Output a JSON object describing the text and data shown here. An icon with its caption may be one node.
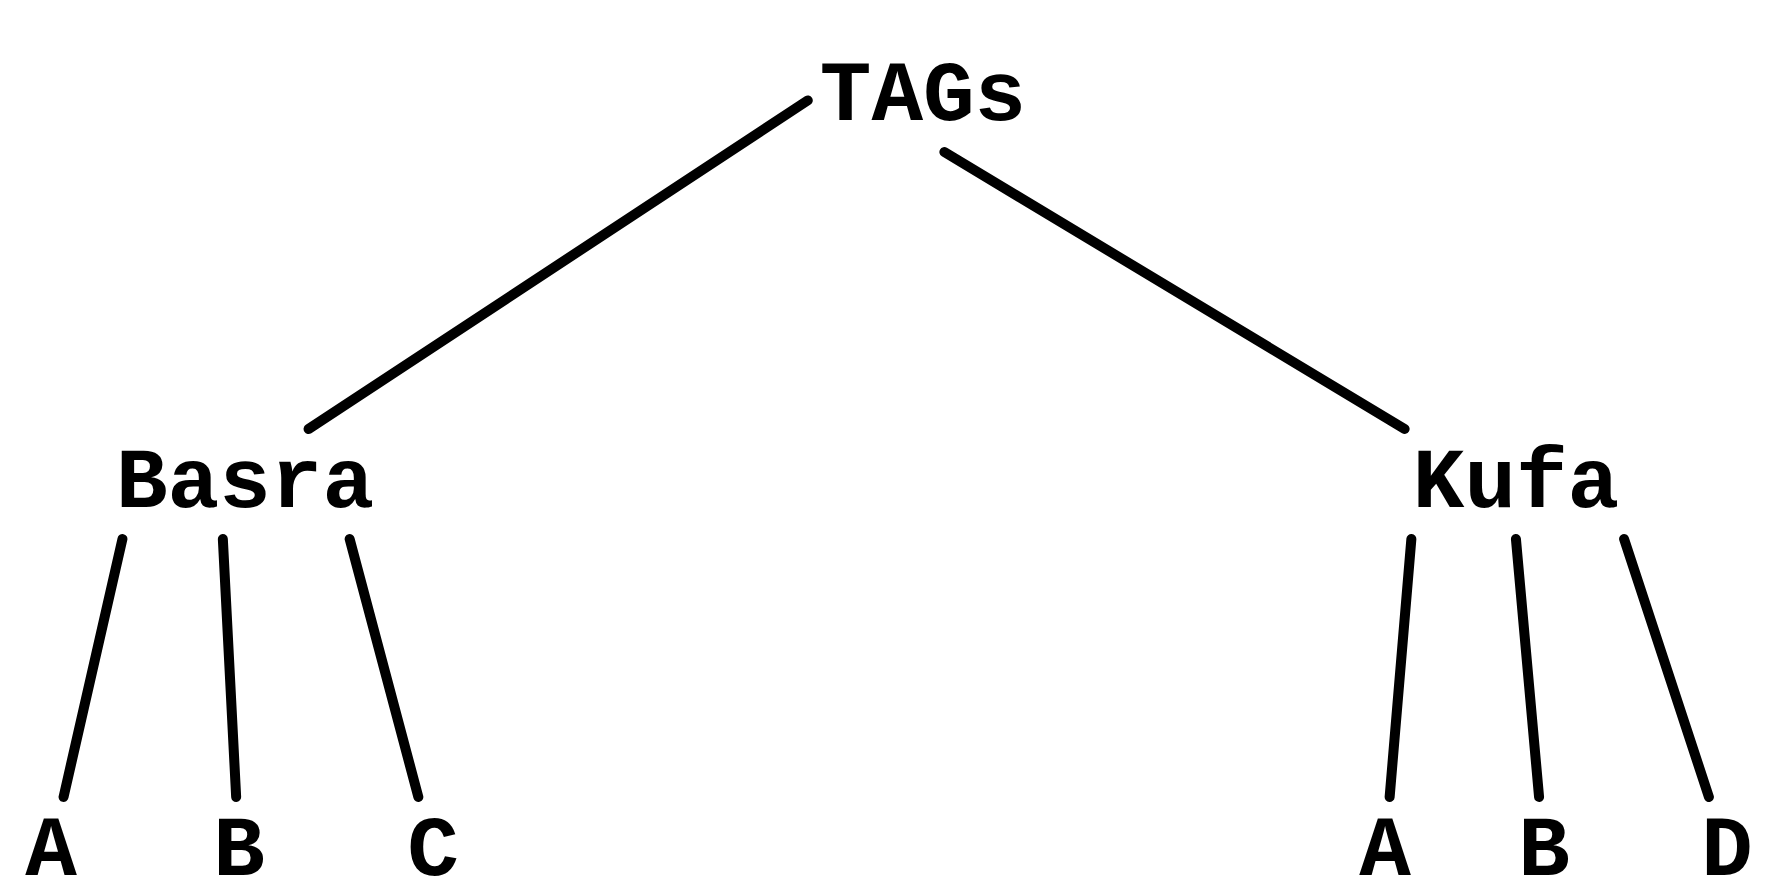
{
  "diagram": {
    "nodes": [
      {
        "text": [
          "TAGs"
        ]
      },
      {
        "text": [
          "Basra"
        ]
      },
      {
        "text": [
          "Kufa"
        ]
      },
      {
        "text": [
          "A"
        ]
      },
      {
        "text": [
          "B"
        ]
      },
      {
        "text": [
          "C"
        ]
      },
      {
        "text": [
          "A"
        ]
      },
      {
        "text": [
          "B"
        ]
      },
      {
        "text": [
          "D"
        ]
      }
    ],
    "edges": [
      {
        "from": 0,
        "to": 1,
        "arrow": "none"
      },
      {
        "from": 0,
        "to": 2,
        "arrow": "none"
      },
      {
        "from": 1,
        "to": 3,
        "arrow": "none"
      },
      {
        "from": 1,
        "to": 4,
        "arrow": "none"
      },
      {
        "from": 1,
        "to": 5,
        "arrow": "none"
      },
      {
        "from": 2,
        "to": 6,
        "arrow": "none"
      },
      {
        "from": 2,
        "to": 7,
        "arrow": "none"
      },
      {
        "from": 2,
        "to": 8,
        "arrow": "none"
      }
    ]
  }
}
